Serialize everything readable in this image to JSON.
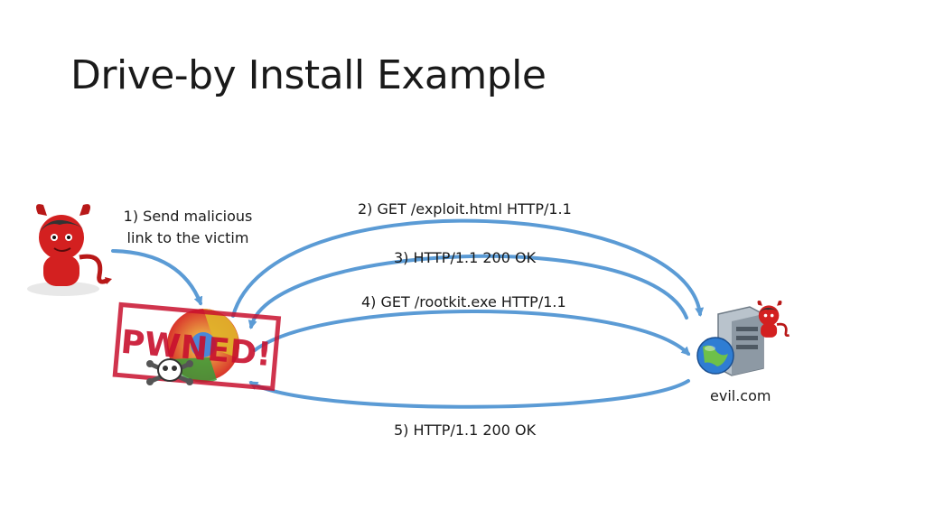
{
  "slide": {
    "title": "Drive-by Install Example"
  },
  "labels": {
    "step1_line1": "1) Send malicious",
    "step1_line2": "link to the victim",
    "step2": "2) GET /exploit.html HTTP/1.1",
    "step3": "3) HTTP/1.1 200 OK",
    "step4": "4) GET /rootkit.exe HTTP/1.1",
    "step5": "5) HTTP/1.1 200 OK",
    "server_name": "evil.com"
  },
  "stamp_text": "PWNED!",
  "icons": {
    "attacker": "devil-icon",
    "victim_browser": "chrome-browser-icon",
    "stamp": "pwned-stamp-icon",
    "skull": "skull-crossbones-icon",
    "server": "server-icon",
    "globe": "globe-icon",
    "server_devil": "devil-icon"
  },
  "colors": {
    "arrow": "#5b9bd5",
    "devil_red": "#d32020",
    "stamp_red": "#c8102e"
  }
}
